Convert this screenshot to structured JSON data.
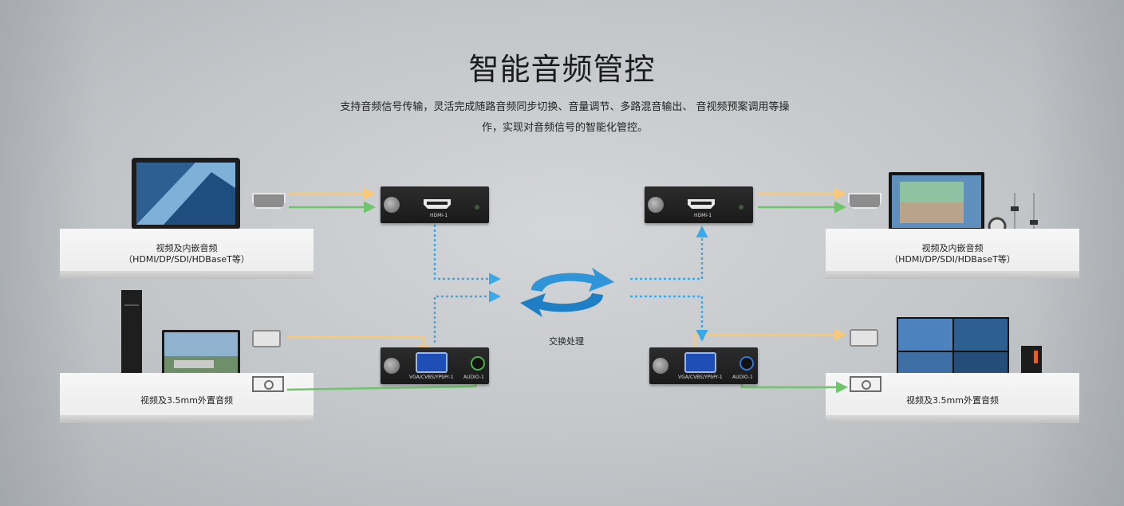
{
  "title": "智能音频管控",
  "subtitle_line1": "支持音频信号传输，灵活完成随路音频同步切换、音量调节、多路混音输出、 音视频预案调用等操",
  "subtitle_line2": "作，实现对音频信号的智能化管控。",
  "center_label": "交换处理",
  "left_top_shelf": {
    "line1": "视频及内嵌音频",
    "line2": "（HDMI/DP/SDI/HDBaseT等）"
  },
  "left_bottom_shelf": {
    "line1": "视频及3.5mm外置音频"
  },
  "right_top_shelf": {
    "line1": "视频及内嵌音频",
    "line2": "（HDMI/DP/SDI/HDBaseT等）"
  },
  "right_bottom_shelf": {
    "line1": "视频及3.5mm外置音频"
  },
  "modules": {
    "hdmi_in_label": "HDMI-1",
    "hdmi_out_label": "HDMI-1",
    "vga_in_label": "VGA/CVBS/YPbPr-1",
    "vga_in_audio_label": "AUDIO-1",
    "vga_out_label": "VGA/CVBS/YPbPr-1",
    "vga_out_audio_label": "AUDIO-1"
  },
  "colors": {
    "video_line": "#f8c978",
    "audio_line": "#6fc46c",
    "dotted_line": "#3aa9e8",
    "exchange": "#2f95d8"
  }
}
